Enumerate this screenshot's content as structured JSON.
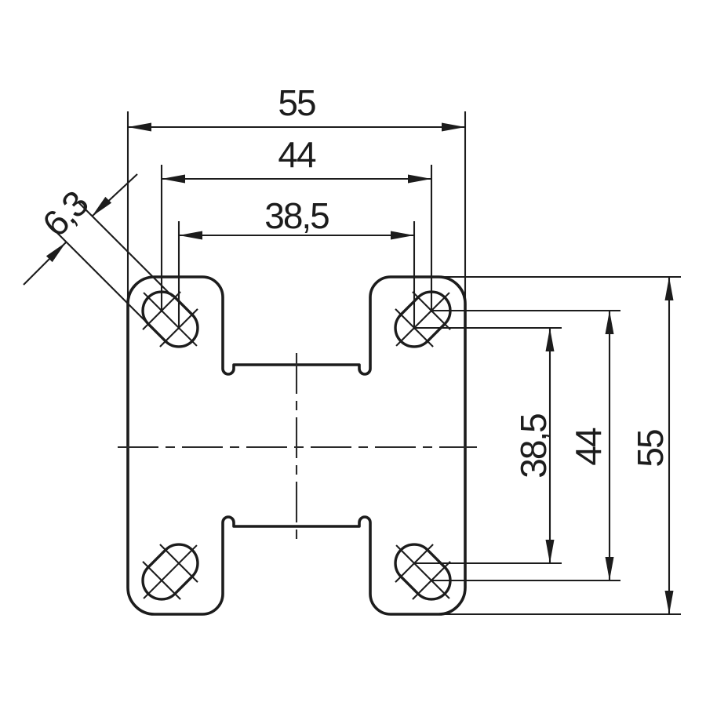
{
  "drawing": {
    "kind": "technical-dimension-drawing",
    "subject": "square mounting plate (top view) with four diagonal slotted bolt holes and formed center channel",
    "colors": {
      "line": "#1c1c1c",
      "background": "#ffffff"
    }
  },
  "dims": {
    "top": [
      {
        "name": "plate-width-overall",
        "label": "55"
      },
      {
        "name": "bolt-hole-spacing-outer",
        "label": "44"
      },
      {
        "name": "bolt-hole-spacing-inner",
        "label": "38,5"
      }
    ],
    "right": [
      {
        "name": "bolt-hole-spacing-inner",
        "label": "38,5"
      },
      {
        "name": "bolt-hole-spacing-outer",
        "label": "44"
      },
      {
        "name": "plate-height-overall",
        "label": "55"
      }
    ],
    "slot": {
      "name": "slot-width",
      "label": "6,3"
    }
  }
}
